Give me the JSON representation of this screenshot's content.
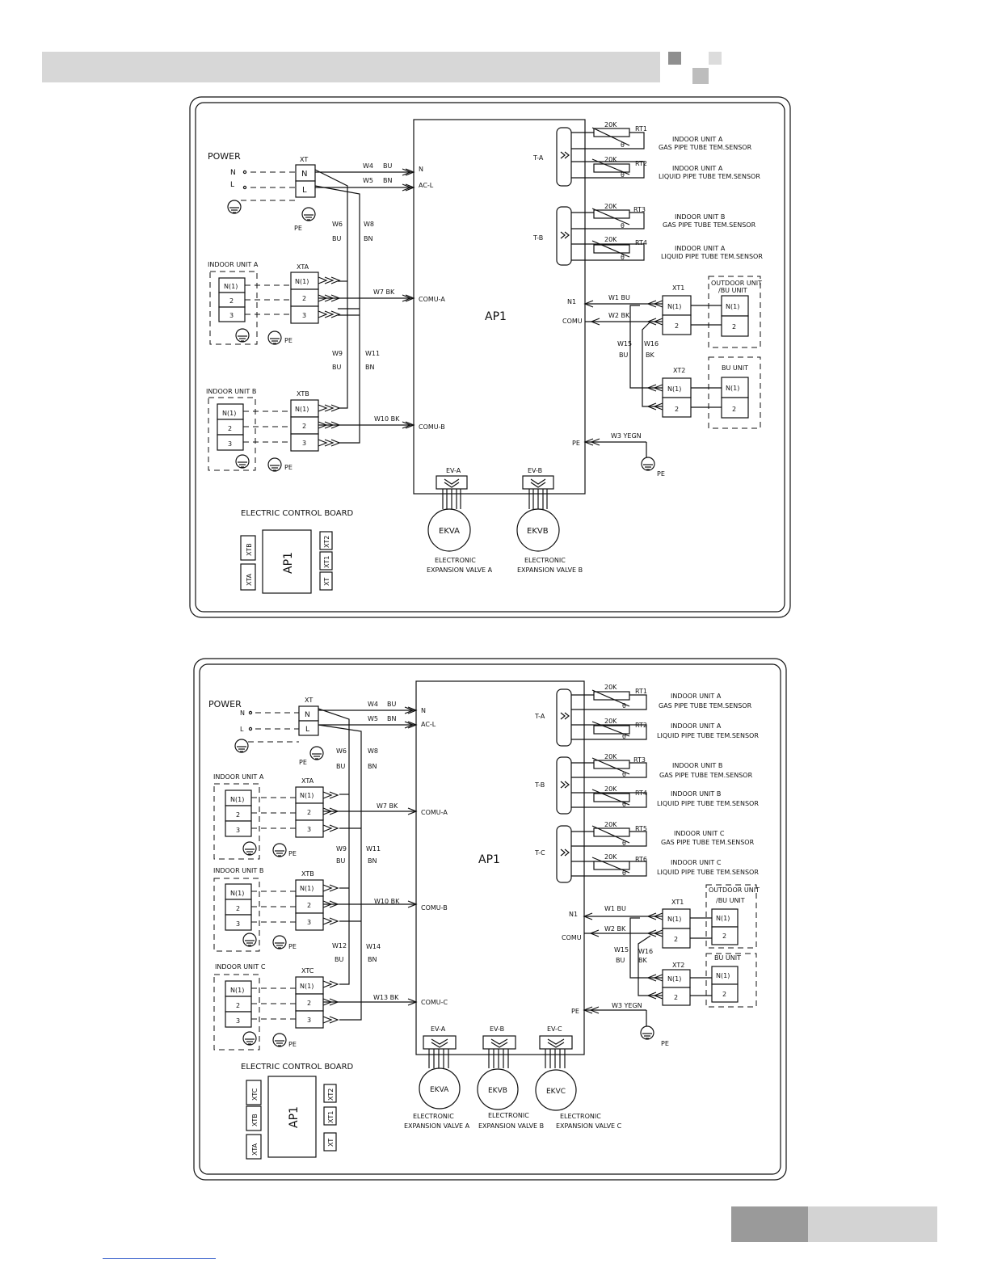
{
  "header": {
    "bar_color": "#d7d7d7",
    "accent_dark": "#9a9a9a",
    "accent_light": "#d3d3d3"
  },
  "diagram1": {
    "power": {
      "title": "POWER",
      "n": "N",
      "l": "L",
      "pe": "PE"
    },
    "xt": {
      "label": "XT",
      "n": "N",
      "l": "L"
    },
    "wires": {
      "w4": "W4",
      "w4c": "BU",
      "w5": "W5",
      "w5c": "BN",
      "w6": "W6",
      "w6c": "BU",
      "w8": "W8",
      "w8c": "BN",
      "w7": "W7 BK",
      "w9": "W9",
      "w9c": "BU",
      "w11": "W11",
      "w11c": "BN",
      "w10": "W10 BK",
      "w1": "W1 BU",
      "w2": "W2 BK",
      "w15": "W15",
      "w15c": "BU",
      "w16": "W16",
      "w16c": "BK",
      "w3": "W3 YEGN"
    },
    "board": {
      "label": "AP1",
      "n": "N",
      "acl": "AC-L",
      "comua": "COMU-A",
      "comub": "COMU-B",
      "n1": "N1",
      "comu": "COMU",
      "pe": "PE",
      "ta": "T-A",
      "tb": "T-B"
    },
    "indoor_a": {
      "title": "INDOOR UNIT A",
      "t1": "N(1)",
      "t2": "2",
      "t3": "3",
      "pe": "PE"
    },
    "xta": {
      "label": "XTA",
      "t1": "N(1)",
      "t2": "2",
      "t3": "3"
    },
    "indoor_b": {
      "title": "INDOOR UNIT B",
      "t1": "N(1)",
      "t2": "2",
      "t3": "3",
      "pe": "PE"
    },
    "xtb": {
      "label": "XTB",
      "t1": "N(1)",
      "t2": "2",
      "t3": "3"
    },
    "sensors": [
      {
        "res": "20K",
        "theta": "θ",
        "rt": "RT1",
        "line1": "INDOOR UNIT A",
        "line2": "GAS PIPE TUBE TEM.SENSOR"
      },
      {
        "res": "20K",
        "theta": "θ",
        "rt": "RT2",
        "line1": "INDOOR UNIT A",
        "line2": "LIQUID PIPE TUBE TEM.SENSOR"
      },
      {
        "res": "20K",
        "theta": "θ",
        "rt": "RT3",
        "line1": "INDOOR UNIT B",
        "line2": "GAS PIPE TUBE TEM.SENSOR"
      },
      {
        "res": "20K",
        "theta": "θ",
        "rt": "RT4",
        "line1": "INDOOR UNIT A",
        "line2": "LIQUID PIPE TUBE TEM.SENSOR"
      }
    ],
    "xt1": {
      "label": "XT1",
      "t1": "N(1)",
      "t2": "2"
    },
    "xt2": {
      "label": "XT2",
      "t1": "N(1)",
      "t2": "2"
    },
    "outdoor": {
      "title1": "OUTDOOR UNIT",
      "title2": "/BU UNIT",
      "t1": "N(1)",
      "t2": "2"
    },
    "bu": {
      "title": "BU UNIT",
      "t1": "N(1)",
      "t2": "2"
    },
    "earth_pe": "PE",
    "ev_a": {
      "conn": "EV-A",
      "motor": "EKVA",
      "line1": "ELECTRONIC",
      "line2": "EXPANSION VALVE A"
    },
    "ev_b": {
      "conn": "EV-B",
      "motor": "EKVB",
      "line1": "ELECTRONIC",
      "line2": "EXPANSION VALVE B"
    },
    "ecb": {
      "title": "ELECTRIC CONTROL BOARD",
      "xtb": "XTB",
      "xta": "XTA",
      "ap1": "AP1",
      "xt2": "XT2",
      "xt1": "XT1",
      "xt": "XT"
    }
  },
  "diagram2": {
    "power": {
      "title": "POWER",
      "n": "N",
      "l": "L",
      "pe": "PE"
    },
    "xt": {
      "label": "XT",
      "n": "N",
      "l": "L"
    },
    "wires": {
      "w4": "W4",
      "w4c": "BU",
      "w5": "W5",
      "w5c": "BN",
      "w6": "W6",
      "w6c": "BU",
      "w8": "W8",
      "w8c": "BN",
      "w7": "W7 BK",
      "w9": "W9",
      "w9c": "BU",
      "w11": "W11",
      "w11c": "BN",
      "w10": "W10 BK",
      "w12": "W12",
      "w12c": "BU",
      "w14": "W14",
      "w14c": "BN",
      "w13": "W13 BK",
      "w1": "W1 BU",
      "w2": "W2 BK",
      "w15": "W15",
      "w15c": "BU",
      "w16": "W16",
      "w16c": "BK",
      "w3": "W3 YEGN"
    },
    "board": {
      "label": "AP1",
      "n": "N",
      "acl": "AC-L",
      "comua": "COMU-A",
      "comub": "COMU-B",
      "comuc": "COMU-C",
      "n1": "N1",
      "comu": "COMU",
      "pe": "PE",
      "ta": "T-A",
      "tb": "T-B",
      "tc": "T-C"
    },
    "indoor_a": {
      "title": "INDOOR UNIT A",
      "t1": "N(1)",
      "t2": "2",
      "t3": "3",
      "pe": "PE"
    },
    "xta": {
      "label": "XTA",
      "t1": "N(1)",
      "t2": "2",
      "t3": "3"
    },
    "indoor_b": {
      "title": "INDOOR UNIT B",
      "t1": "N(1)",
      "t2": "2",
      "t3": "3",
      "pe": "PE"
    },
    "xtb": {
      "label": "XTB",
      "t1": "N(1)",
      "t2": "2",
      "t3": "3"
    },
    "indoor_c": {
      "title": "INDOOR UNIT C",
      "t1": "N(1)",
      "t2": "2",
      "t3": "3",
      "pe": "PE"
    },
    "xtc": {
      "label": "XTC",
      "t1": "N(1)",
      "t2": "2",
      "t3": "3"
    },
    "sensors": [
      {
        "res": "20K",
        "theta": "θ",
        "rt": "RT1",
        "line1": "INDOOR UNIT A",
        "line2": "GAS PIPE TUBE TEM.SENSOR"
      },
      {
        "res": "20K",
        "theta": "θ",
        "rt": "RT2",
        "line1": "INDOOR UNIT A",
        "line2": "LIQUID PIPE TUBE TEM.SENSOR"
      },
      {
        "res": "20K",
        "theta": "θ",
        "rt": "RT3",
        "line1": "INDOOR UNIT B",
        "line2": "GAS PIPE TUBE TEM.SENSOR"
      },
      {
        "res": "20K",
        "theta": "θ",
        "rt": "RT4",
        "line1": "INDOOR UNIT B",
        "line2": "LIQUID PIPE TUBE TEM.SENSOR"
      },
      {
        "res": "20K",
        "theta": "θ",
        "rt": "RT5",
        "line1": "INDOOR UNIT C",
        "line2": "GAS PIPE TUBE TEM.SENSOR"
      },
      {
        "res": "20K",
        "theta": "θ",
        "rt": "RT6",
        "line1": "INDOOR UNIT C",
        "line2": "LIQUID PIPE TUBE TEM.SENSOR"
      }
    ],
    "xt1": {
      "label": "XT1",
      "t1": "N(1)",
      "t2": "2"
    },
    "xt2": {
      "label": "XT2",
      "t1": "N(1)",
      "t2": "2"
    },
    "outdoor": {
      "title1": "OUTDOOR UNIT",
      "title2": "/BU UNIT",
      "t1": "N(1)",
      "t2": "2"
    },
    "bu": {
      "title": "BU UNIT",
      "t1": "N(1)",
      "t2": "2"
    },
    "earth_pe": "PE",
    "ev_a": {
      "conn": "EV-A",
      "motor": "EKVA",
      "line1": "ELECTRONIC",
      "line2": "EXPANSION VALVE A"
    },
    "ev_b": {
      "conn": "EV-B",
      "motor": "EKVB",
      "line1": "ELECTRONIC",
      "line2": "EXPANSION VALVE B"
    },
    "ev_c": {
      "conn": "EV-C",
      "motor": "EKVC",
      "line1": "ELECTRONIC",
      "line2": "EXPANSION VALVE C"
    },
    "ecb": {
      "title": "ELECTRIC CONTROL BOARD",
      "xtc": "XTC",
      "xtb": "XTB",
      "xta": "XTA",
      "ap1": "AP1",
      "xt2": "XT2",
      "xt1": "XT1",
      "xt": "XT"
    }
  }
}
